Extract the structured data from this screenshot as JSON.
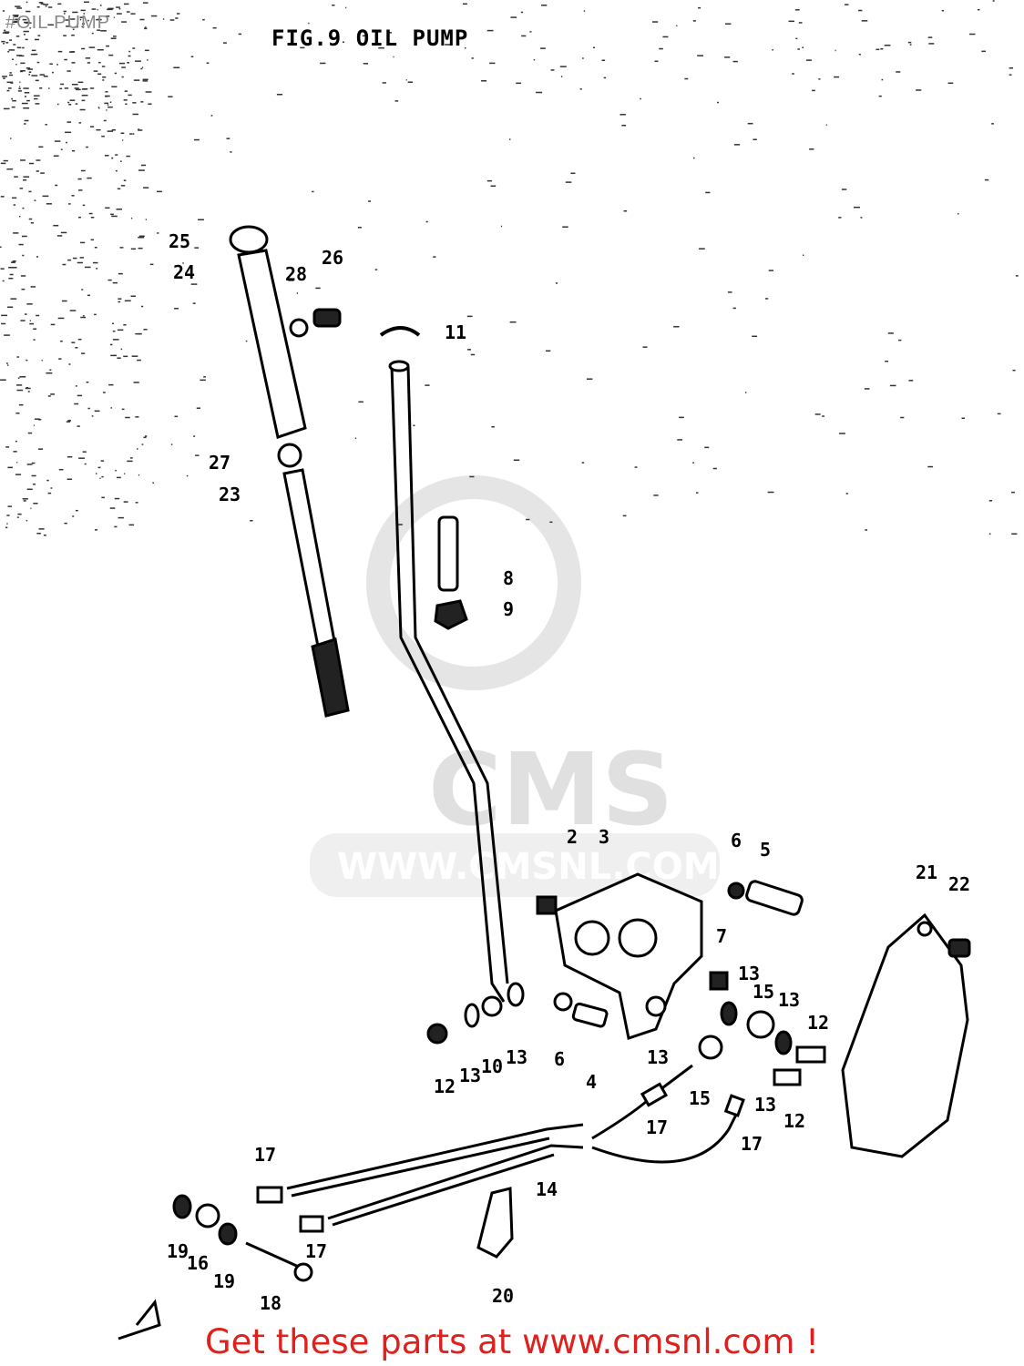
{
  "header": {
    "small_title": "#OIL PUMP",
    "figure_title": "FIG.9  OIL PUMP"
  },
  "watermark": {
    "brand": "CMS",
    "url": "WWW.CMSNL.COM"
  },
  "callouts": [
    "25",
    "24",
    "28",
    "26",
    "11",
    "27",
    "23",
    "8",
    "9",
    "2",
    "3",
    "6",
    "5",
    "21",
    "22",
    "7",
    "13",
    "15",
    "13",
    "12",
    "12",
    "13",
    "10",
    "13",
    "6",
    "4",
    "13",
    "15",
    "13",
    "12",
    "17",
    "17",
    "17",
    "14",
    "17",
    "19",
    "16",
    "19",
    "18",
    "20"
  ],
  "footer": {
    "text": "Get these parts at www.cmsnl.com !",
    "color": "#e0201c"
  }
}
